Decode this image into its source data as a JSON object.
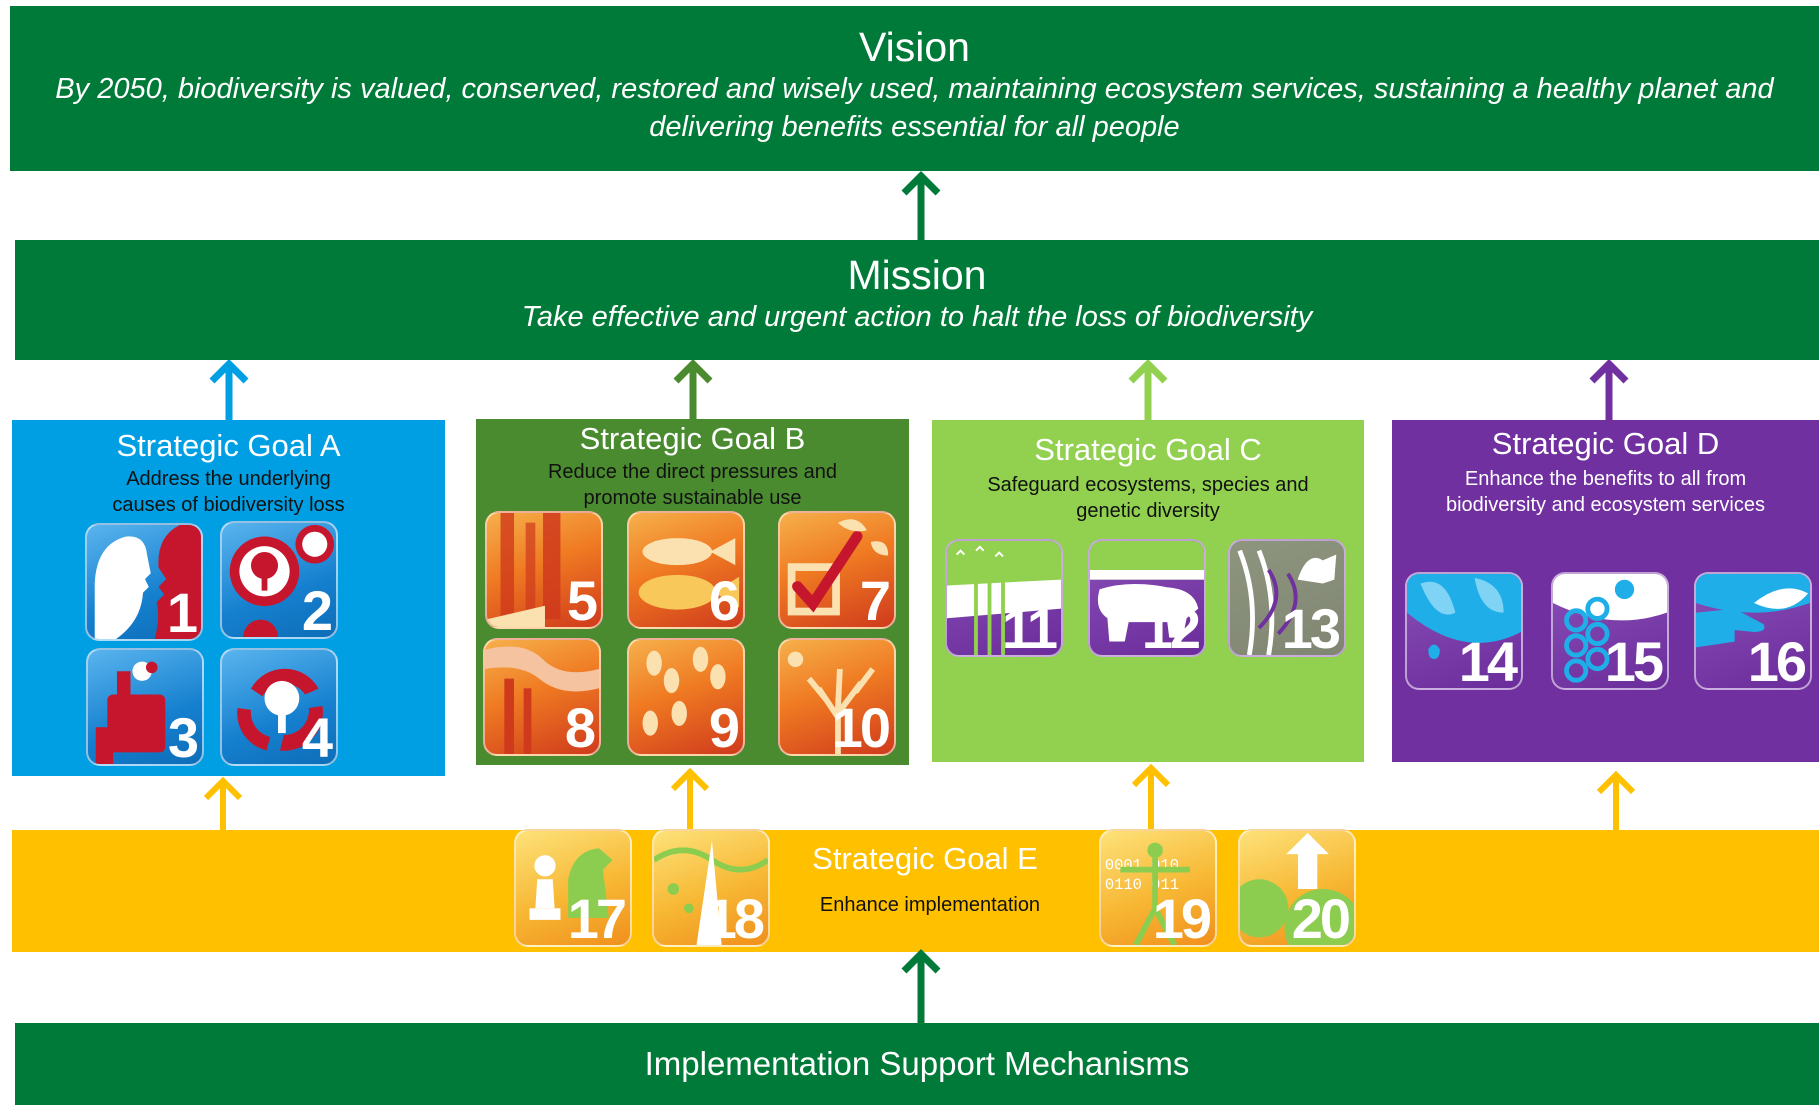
{
  "vision": {
    "title": "Vision",
    "text": "By 2050, biodiversity is valued, conserved, restored and wisely used, maintaining ecosystem services, sustaining a healthy planet and delivering benefits essential for all people"
  },
  "mission": {
    "title": "Mission",
    "text": "Take effective and urgent action to halt the loss of biodiversity"
  },
  "goals": {
    "a": {
      "title": "Strategic Goal A",
      "desc": "Address the underlying causes of biodiversity loss",
      "targets": [
        "1",
        "2",
        "3",
        "4"
      ],
      "color": "#009fe3"
    },
    "b": {
      "title": "Strategic Goal B",
      "desc": "Reduce the direct pressures and promote sustainable use",
      "targets": [
        "5",
        "6",
        "7",
        "8",
        "9",
        "10"
      ],
      "color": "#4b8b30"
    },
    "c": {
      "title": "Strategic Goal C",
      "desc": "Safeguard ecosystems, species and genetic diversity",
      "targets": [
        "11",
        "12",
        "13"
      ],
      "color": "#92d050"
    },
    "d": {
      "title": "Strategic Goal D",
      "desc": "Enhance the benefits to all from biodiversity and ecosystem services",
      "targets": [
        "14",
        "15",
        "16"
      ],
      "color": "#7030a0"
    },
    "e": {
      "title": "Strategic Goal E",
      "desc": "Enhance implementation",
      "targets": [
        "17",
        "18",
        "19",
        "20"
      ],
      "color": "#ffc000"
    }
  },
  "implementation": {
    "title": "Implementation Support Mechanisms"
  },
  "colors": {
    "dark_green": "#007a38",
    "arrow_yellow": "#ffc000",
    "arrow_blue": "#009fe3",
    "arrow_olive": "#4b8b30",
    "arrow_light_green": "#92d050",
    "arrow_purple": "#7030a0"
  }
}
